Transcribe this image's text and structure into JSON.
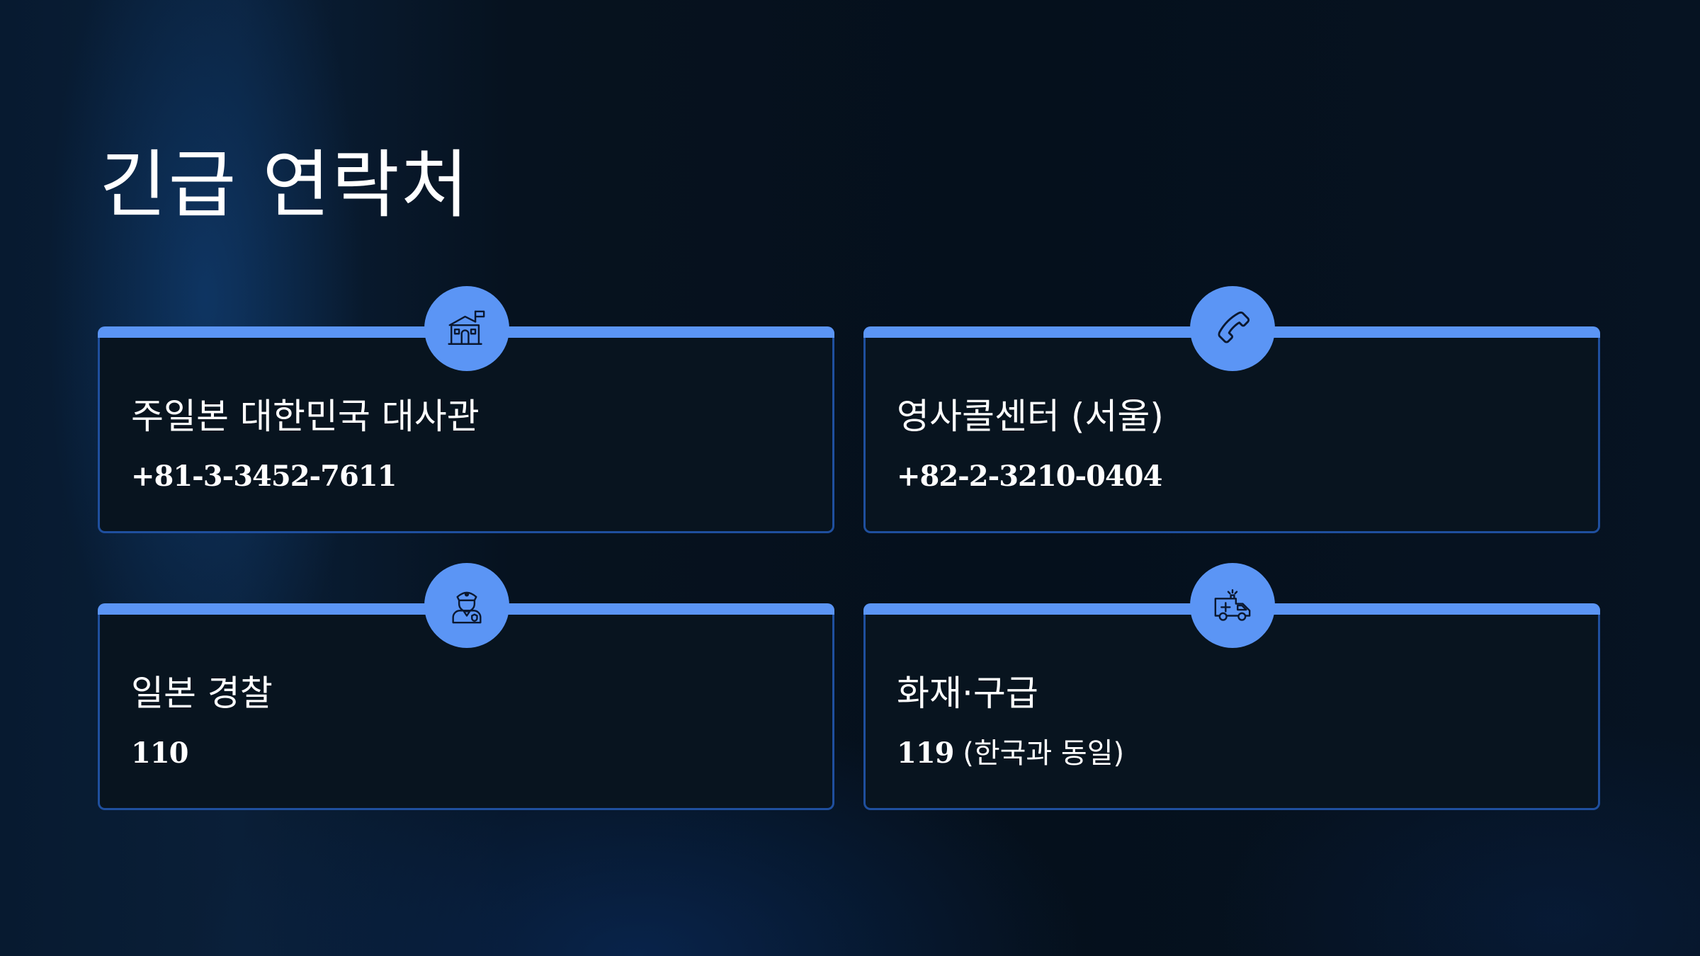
{
  "page": {
    "title": "긴급 연락처"
  },
  "colors": {
    "accent": "#5b95f5",
    "card_border": "#1f4f9e",
    "card_background": "#08141f"
  },
  "contacts": [
    {
      "name": "주일본 대한민국 대사관",
      "number": "+81-3-3452-7611",
      "note": "",
      "icon": "embassy-building-icon"
    },
    {
      "name": "영사콜센터 (서울)",
      "number": "+82-2-3210-0404",
      "note": "",
      "icon": "phone-icon"
    },
    {
      "name": "일본 경찰",
      "number": "110",
      "note": "",
      "icon": "police-officer-icon"
    },
    {
      "name": "화재·구급",
      "number": "119",
      "note": " (한국과 동일)",
      "icon": "ambulance-icon"
    }
  ]
}
